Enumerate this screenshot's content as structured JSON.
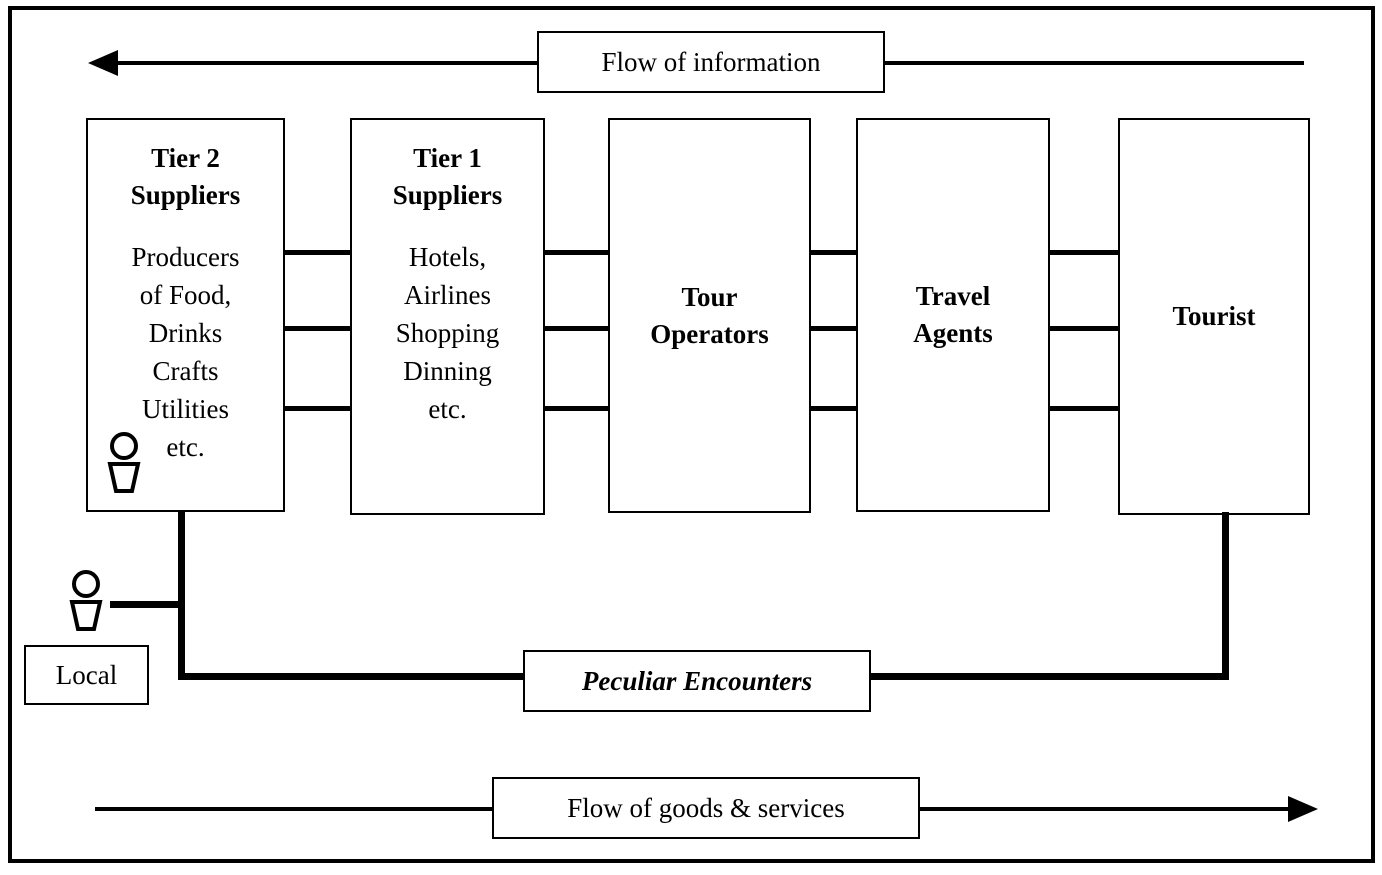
{
  "diagram": {
    "title_top": "Flow of information",
    "title_bottom": "Flow of goods & services",
    "middle_label": "Peculiar Encounters",
    "local_label": "Local",
    "nodes": [
      {
        "id": "tier2",
        "title": "Tier 2\nSuppliers",
        "body": "Producers\nof Food,\nDrinks\nCrafts\nUtilities\netc."
      },
      {
        "id": "tier1",
        "title": "Tier 1\nSuppliers",
        "body": "Hotels,\nAirlines\nShopping\nDinning\netc."
      },
      {
        "id": "tour-operators",
        "title": "Tour\nOperators",
        "body": ""
      },
      {
        "id": "travel-agents",
        "title": "Travel\nAgents",
        "body": ""
      },
      {
        "id": "tourist",
        "title": "Tourist",
        "body": ""
      }
    ],
    "icons": {
      "person_in_tier2": "person-icon",
      "person_local": "person-icon",
      "arrow_information": "arrow-left-icon",
      "arrow_goods": "arrow-right-icon"
    },
    "colors": {
      "stroke": "#000000",
      "background": "#ffffff"
    }
  }
}
